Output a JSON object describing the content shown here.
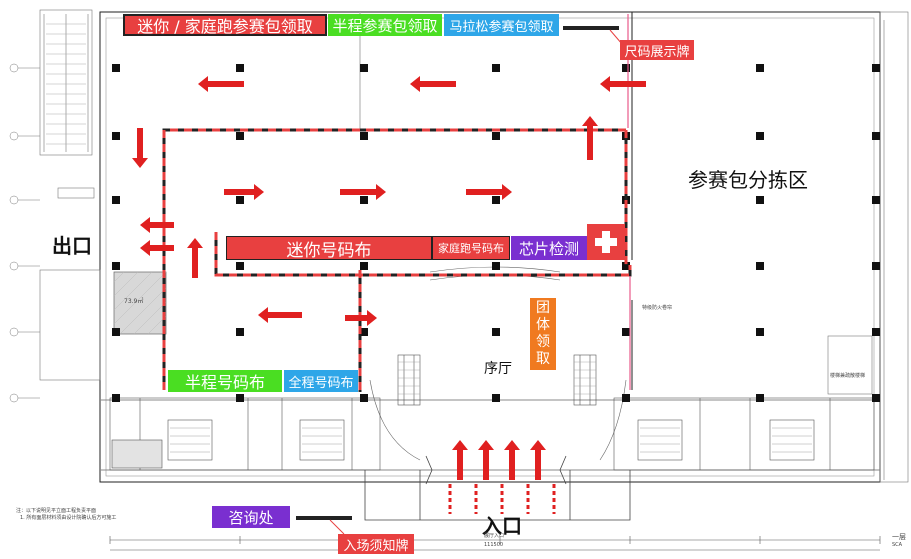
{
  "colors": {
    "red": "#e84040",
    "green": "#4ade22",
    "blue": "#2ea6e8",
    "purple": "#7a2fd0",
    "orange": "#f07a20",
    "arrow_red": "#e02020",
    "wall": "#222222"
  },
  "labels": {
    "mini_family_pickup": "迷你 / 家庭跑参赛包领取",
    "half_pickup": "半程参赛包领取",
    "marathon_pickup": "马拉松参赛包领取",
    "size_board": "尺码展示牌",
    "sorting_area": "参赛包分拣区",
    "exit": "出口",
    "mini_bib": "迷你号码布",
    "family_bib": "家庭跑号码布",
    "chip_check": "芯片检测",
    "group_pickup": "团体领取",
    "hall": "序厅",
    "half_bib": "半程号码布",
    "full_bib": "全程号码布",
    "info_desk": "咨询处",
    "entrance": "入口",
    "entry_notice": "入场须知牌"
  },
  "small_texts": {
    "area": "73.9㎡",
    "fire_belt": "特级防火卷帘",
    "stair_right": "楼梯兼疏散楼梯",
    "dim": "111500",
    "note1": "注：以下说明见平立面工程负责平面",
    "note2": "1. 所有面层材料须由设计院确认后方可施工",
    "gate_label": "展厅入口",
    "corner": "一层",
    "corner2": "SCA"
  },
  "icons": {
    "first_aid": "first-aid-cross-icon",
    "flow_arrow": "flow-arrow-icon"
  }
}
